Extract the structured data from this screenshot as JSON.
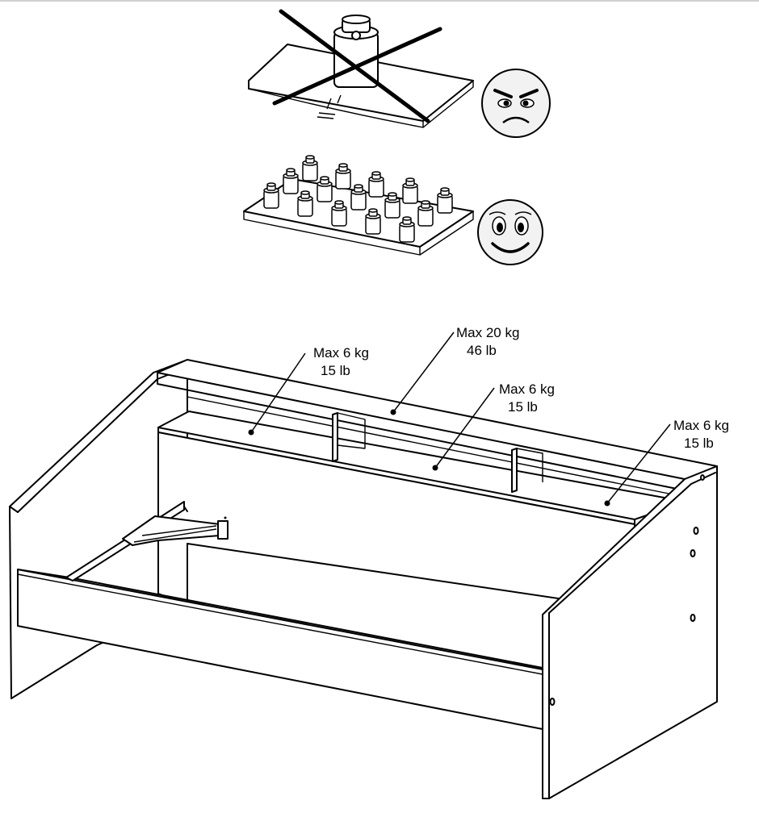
{
  "warnings": {
    "bad_loading": {
      "icon": "angry-face-icon",
      "meaning_icon": "cross-out-icon"
    },
    "good_loading": {
      "icon": "happy-face-icon"
    }
  },
  "labels": {
    "shelf_left": {
      "kg": "Max 6 kg",
      "lb": "15 lb"
    },
    "top_shelf": {
      "kg": "Max 20 kg",
      "lb": "46 lb"
    },
    "shelf_middle": {
      "kg": "Max 6 kg",
      "lb": "15 lb"
    },
    "shelf_right": {
      "kg": "Max 6 kg",
      "lb": "15 lb"
    }
  }
}
